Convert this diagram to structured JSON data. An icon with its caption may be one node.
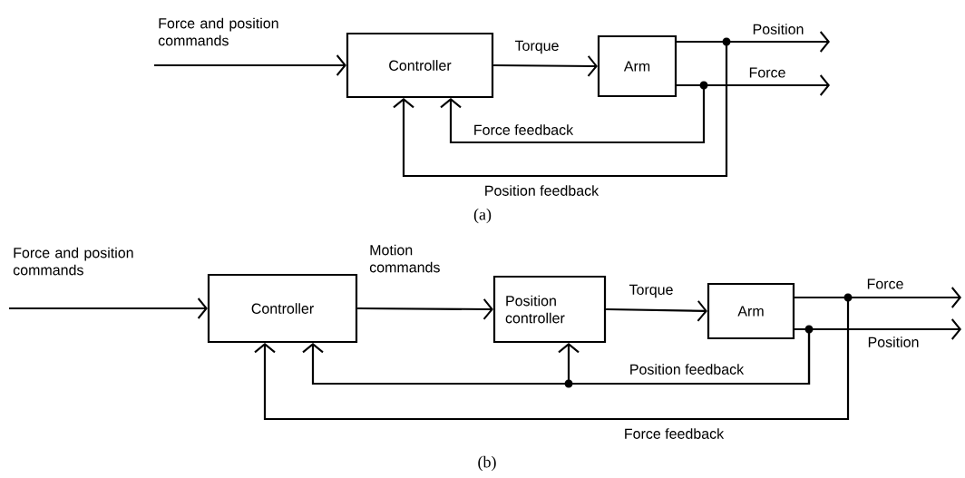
{
  "diagram": {
    "nodes": [
      {
        "text": [
          "Controller"
        ]
      },
      {
        "text": [
          "Arm"
        ]
      },
      {
        "text": [
          "Controller"
        ]
      },
      {
        "text": [
          "Position controller"
        ]
      },
      {
        "text": [
          "Arm"
        ]
      }
    ],
    "edges": [
      {
        "from": null,
        "to": 0,
        "arrow": "to",
        "label": "Force and position commands"
      },
      {
        "from": 0,
        "to": 1,
        "arrow": "to",
        "label": "Torque"
      },
      {
        "from": 1,
        "to": null,
        "arrow": "to",
        "label": "Position"
      },
      {
        "from": 1,
        "to": null,
        "arrow": "to",
        "label": "Force"
      },
      {
        "from": 1,
        "to": 0,
        "arrow": "to",
        "label": "Force feedback"
      },
      {
        "from": 1,
        "to": 0,
        "arrow": "to",
        "label": "Position feedback"
      },
      {
        "from": null,
        "to": 2,
        "arrow": "to",
        "label": "Force and position commands"
      },
      {
        "from": 2,
        "to": 3,
        "arrow": "to",
        "label": "Motion commands"
      },
      {
        "from": 3,
        "to": 4,
        "arrow": "to",
        "label": "Torque"
      },
      {
        "from": 4,
        "to": null,
        "arrow": "to",
        "label": "Force"
      },
      {
        "from": 4,
        "to": null,
        "arrow": "to",
        "label": "Position"
      },
      {
        "from": 4,
        "to": 3,
        "arrow": "to",
        "label": "Position feedback"
      },
      {
        "from": 4,
        "to": 2,
        "arrow": "to"
      },
      {
        "from": 4,
        "to": 2,
        "arrow": "to",
        "label": "Force feedback"
      }
    ],
    "labels": [
      "(a)",
      "(b)"
    ]
  }
}
